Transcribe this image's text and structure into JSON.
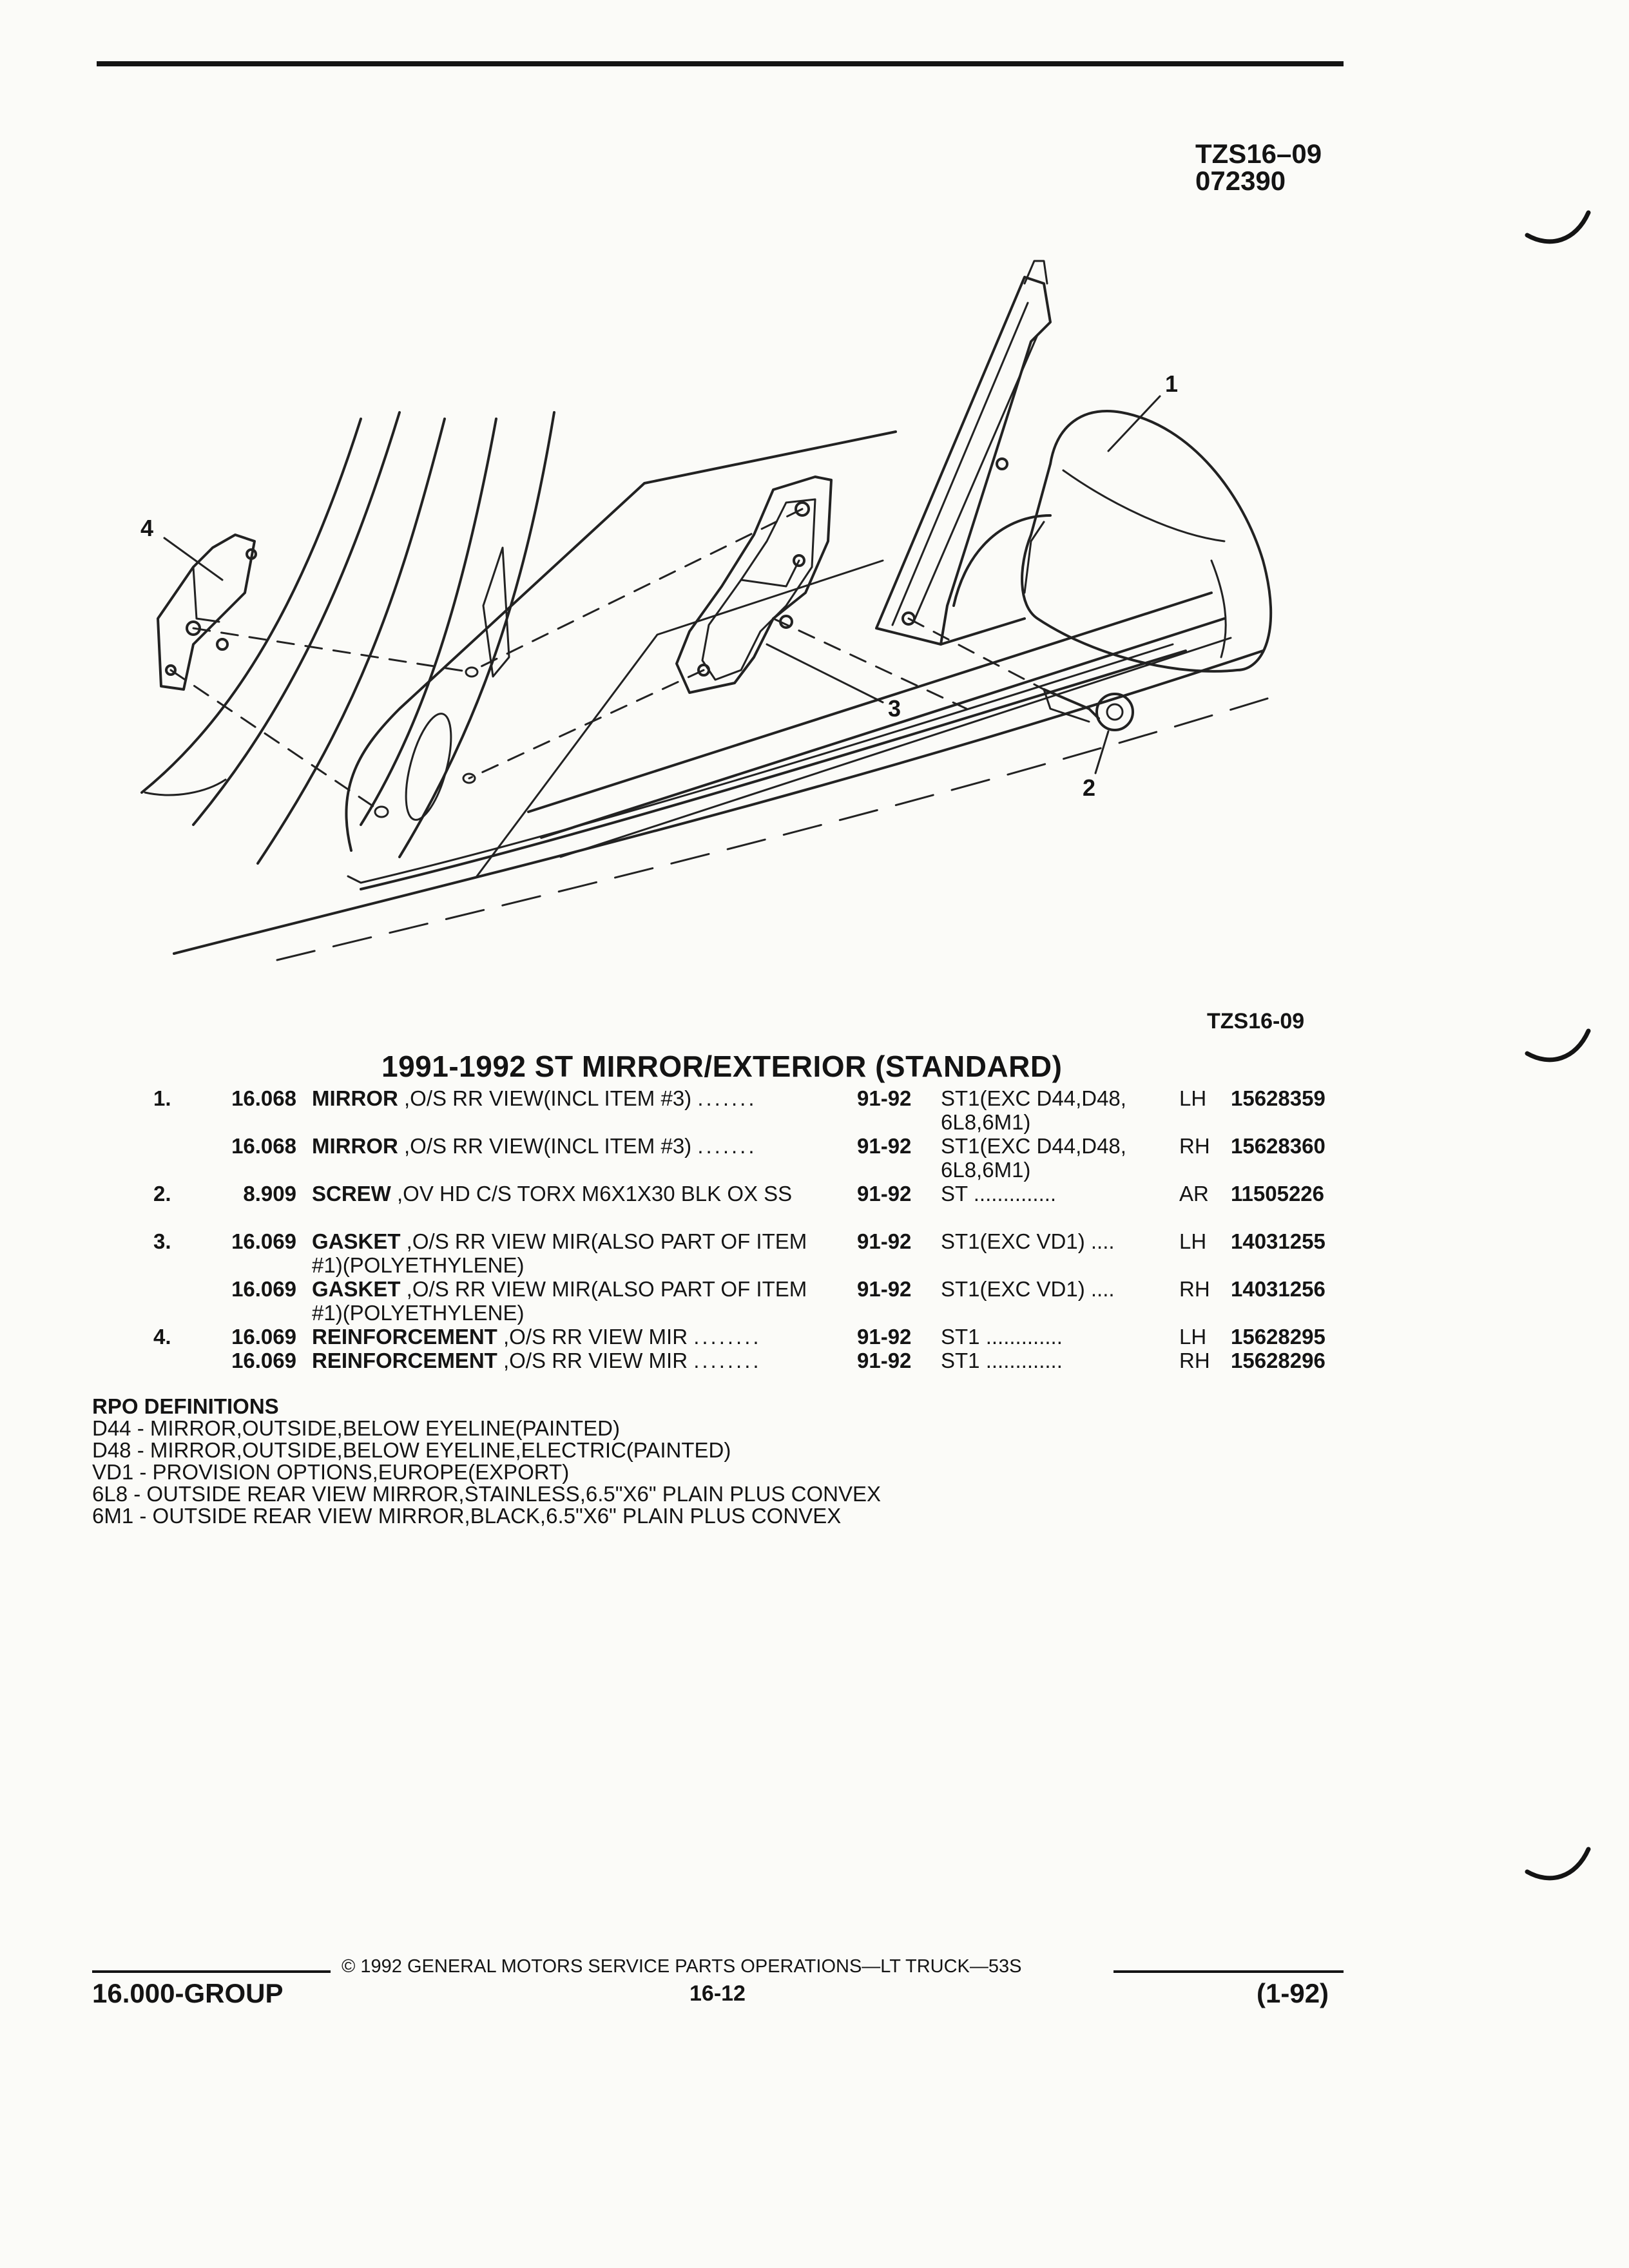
{
  "header": {
    "code_lines": [
      "TZS16–09",
      "072390"
    ]
  },
  "diagram": {
    "callouts": [
      "1",
      "2",
      "3",
      "4"
    ],
    "figure_code": "TZS16-09"
  },
  "section_title": "1991-1992 ST MIRROR/EXTERIOR (STANDARD)",
  "parts": [
    {
      "num": "1.",
      "group": "16.068",
      "name": "MIRROR",
      "desc": " ,O/S RR VIEW(INCL ITEM #3)",
      "dots": ".......",
      "years": "91-92",
      "model": "ST1(EXC D44,D48, 6L8,6M1)",
      "side": "LH",
      "part": "15628359"
    },
    {
      "num": "",
      "group": "16.068",
      "name": "MIRROR",
      "desc": " ,O/S RR VIEW(INCL ITEM #3)",
      "dots": ".......",
      "years": "91-92",
      "model": "ST1(EXC D44,D48, 6L8,6M1)",
      "side": "RH",
      "part": "15628360"
    },
    {
      "num": "2.",
      "group": "8.909",
      "name": "SCREW",
      "desc": " ,OV HD C/S TORX M6X1X30 BLK OX SS",
      "dots": "",
      "years": "91-92",
      "model": "ST ..............",
      "side": "AR",
      "part": "11505226"
    },
    {
      "num": "3.",
      "group": "16.069",
      "name": "GASKET",
      "desc": " ,O/S RR VIEW MIR(ALSO PART OF ITEM #1)(POLYETHYLENE)",
      "dots": "",
      "years": "91-92",
      "model": "ST1(EXC VD1) ....",
      "side": "LH",
      "part": "14031255"
    },
    {
      "num": "",
      "group": "16.069",
      "name": "GASKET",
      "desc": " ,O/S RR VIEW MIR(ALSO PART OF ITEM #1)(POLYETHYLENE)",
      "dots": "",
      "years": "91-92",
      "model": "ST1(EXC VD1) ....",
      "side": "RH",
      "part": "14031256"
    },
    {
      "num": "4.",
      "group": "16.069",
      "name": "REINFORCEMENT",
      "desc": " ,O/S RR VIEW MIR",
      "dots": "........",
      "years": "91-92",
      "model": "ST1 .............",
      "side": "LH",
      "part": "15628295"
    },
    {
      "num": "",
      "group": "16.069",
      "name": "REINFORCEMENT",
      "desc": " ,O/S RR VIEW MIR",
      "dots": "........",
      "years": "91-92",
      "model": "ST1 .............",
      "side": "RH",
      "part": "15628296"
    }
  ],
  "rpo": {
    "title": "RPO DEFINITIONS",
    "lines": [
      "D44 - MIRROR,OUTSIDE,BELOW EYELINE(PAINTED)",
      "D48 - MIRROR,OUTSIDE,BELOW EYELINE,ELECTRIC(PAINTED)",
      "VD1 - PROVISION OPTIONS,EUROPE(EXPORT)",
      "6L8 - OUTSIDE REAR VIEW MIRROR,STAINLESS,6.5\"X6\" PLAIN PLUS CONVEX",
      "6M1 - OUTSIDE REAR VIEW MIRROR,BLACK,6.5\"X6\" PLAIN PLUS CONVEX"
    ]
  },
  "footer": {
    "copyright": "© 1992 GENERAL MOTORS SERVICE PARTS OPERATIONS—LT TRUCK—53S",
    "group": "16.000-GROUP",
    "page": "16-12",
    "revision": "(1-92)"
  }
}
